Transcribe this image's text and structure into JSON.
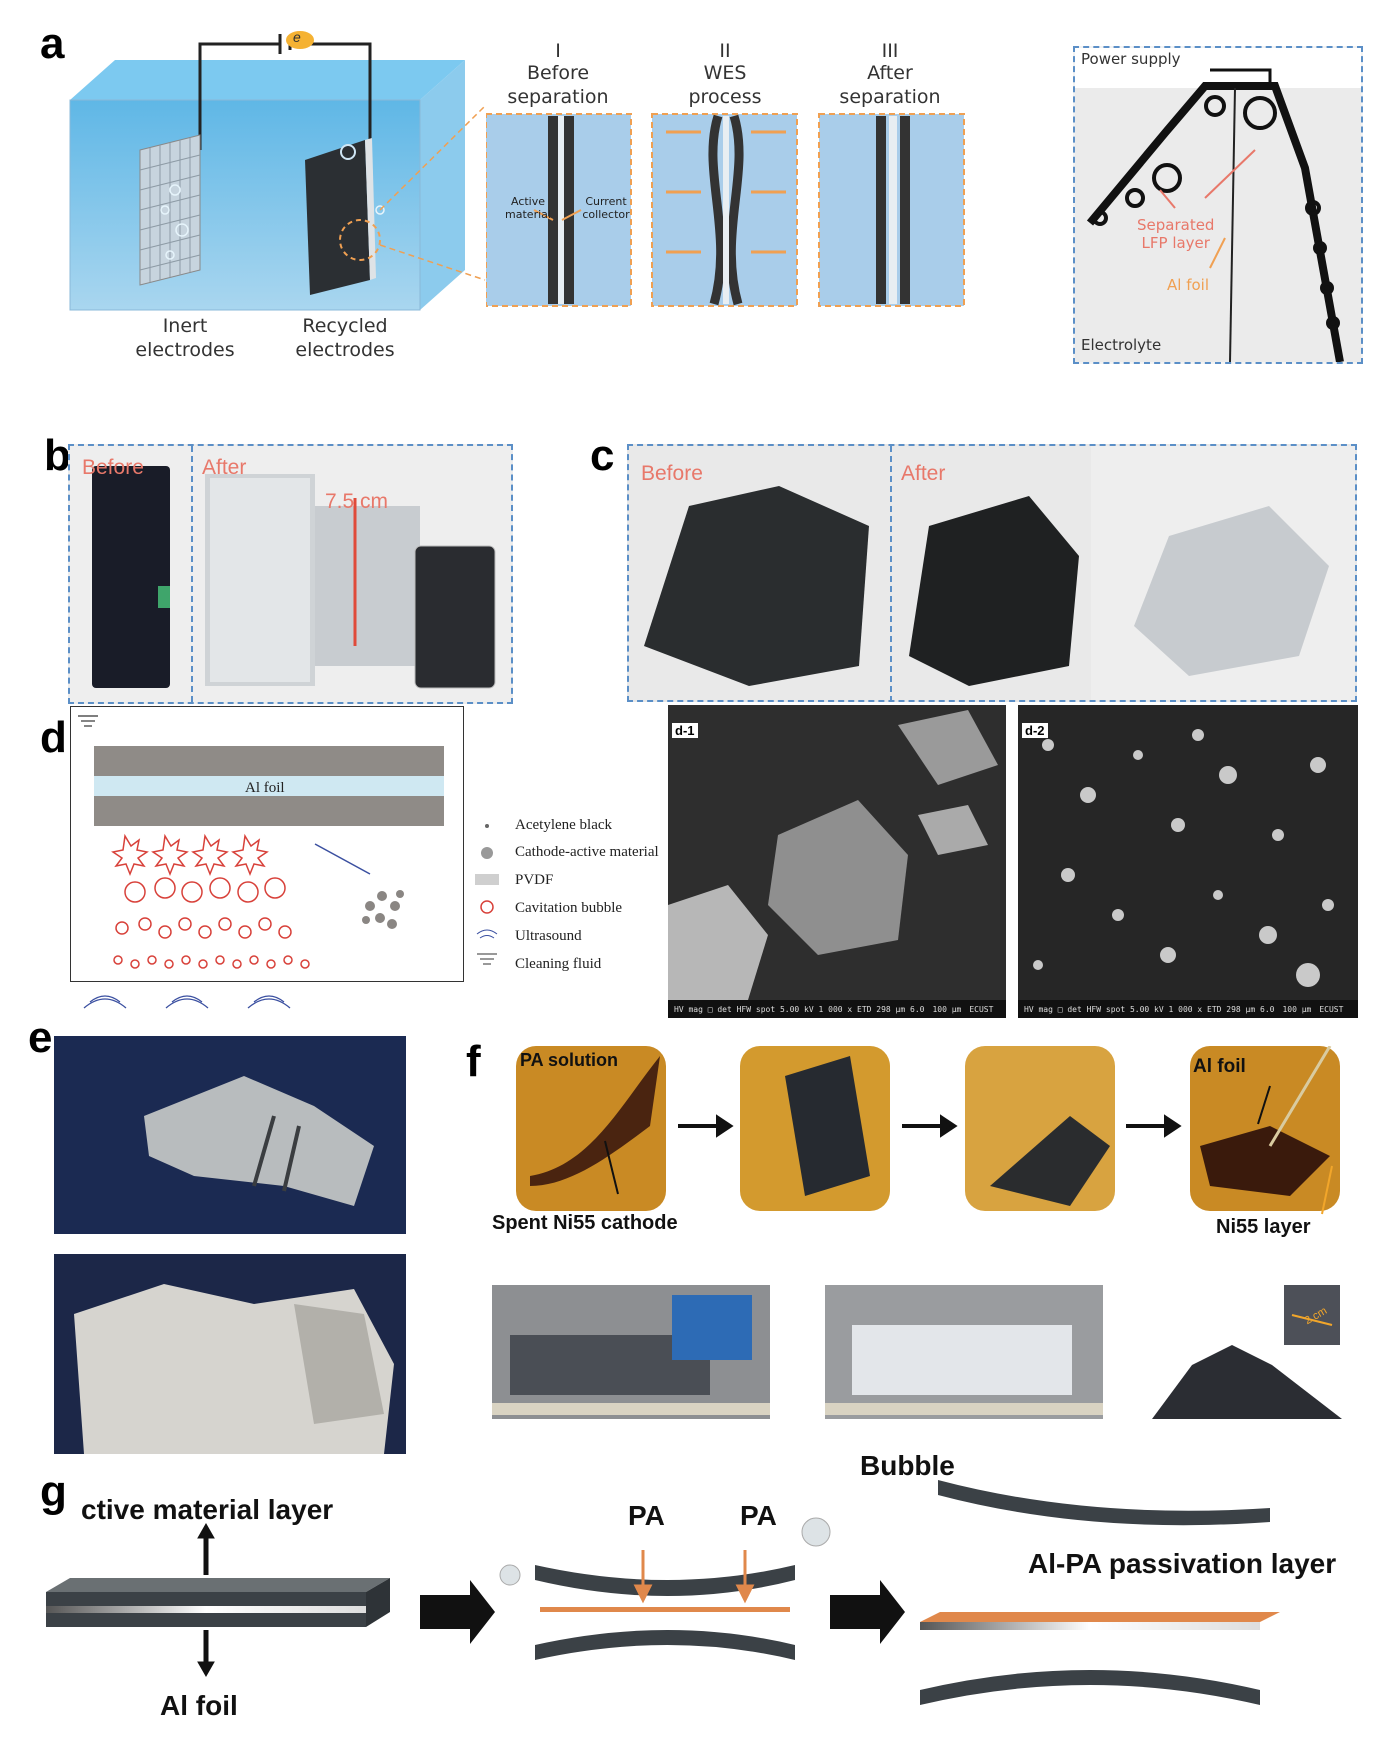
{
  "panels": {
    "a": {
      "label": "a",
      "electron": "e",
      "inert_label": "Inert\nelectrodes",
      "recycled_label": "Recycled\nelectrodes",
      "stages": [
        {
          "numeral": "I",
          "title": "Before\nseparation"
        },
        {
          "numeral": "II",
          "title": "WES\nprocess"
        },
        {
          "numeral": "III",
          "title": "After\nseparation"
        }
      ],
      "active_material": "Active\nmaterial",
      "current_collector": "Current\ncollector",
      "photo": {
        "power_supply": "Power supply",
        "separated": "Separated\nLFP layer",
        "al_foil": "Al foil",
        "electrolyte": "Electrolyte"
      }
    },
    "b": {
      "label": "b",
      "before": "Before",
      "after": "After",
      "length": "7.5 cm"
    },
    "c": {
      "label": "c",
      "before": "Before",
      "after": "After"
    },
    "d": {
      "label": "d",
      "al_foil": "Al foil",
      "legend": [
        "Acetylene black",
        "Cathode-active material",
        "PVDF",
        "Cavitation bubble",
        "Ultrasound",
        "Cleaning fluid"
      ],
      "sem": [
        {
          "tag": "d-1",
          "bar": "HV  mag □  det  HFW  spot   5.00 kV  1 000 x  ETD  298 µm  6.0",
          "scale": "100 µm",
          "org": "ECUST"
        },
        {
          "tag": "d-2",
          "bar": "HV  mag □  det  HFW  spot   5.00 kV  1 000 x  ETD  298 µm  6.0",
          "scale": "100 µm",
          "org": "ECUST"
        }
      ]
    },
    "e": {
      "label": "e"
    },
    "f": {
      "label": "f",
      "pa_solution": "PA solution",
      "spent": "Spent Ni55 cathode",
      "al_foil": "Al foil",
      "ni55_layer": "Ni55 layer",
      "size": "2 cm"
    },
    "g": {
      "label": "g",
      "active_layer": "ctive material layer",
      "al_foil": "Al foil",
      "pa1": "PA",
      "pa2": "PA",
      "bubble": "Bubble",
      "passivation": "Al-PA passivation layer"
    }
  }
}
